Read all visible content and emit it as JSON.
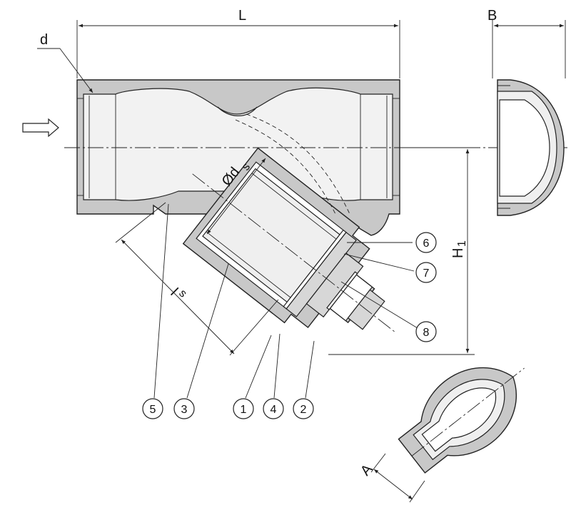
{
  "dimensions": {
    "L": "L",
    "B": "B",
    "d": "d",
    "H1": "H",
    "H1_sub": "1",
    "ds": "Ød",
    "ds_sub": "s",
    "ls": "l",
    "ls_sub": "s",
    "A": "A"
  },
  "parts": [
    "1",
    "2",
    "3",
    "4",
    "5",
    "6",
    "7",
    "8"
  ]
}
